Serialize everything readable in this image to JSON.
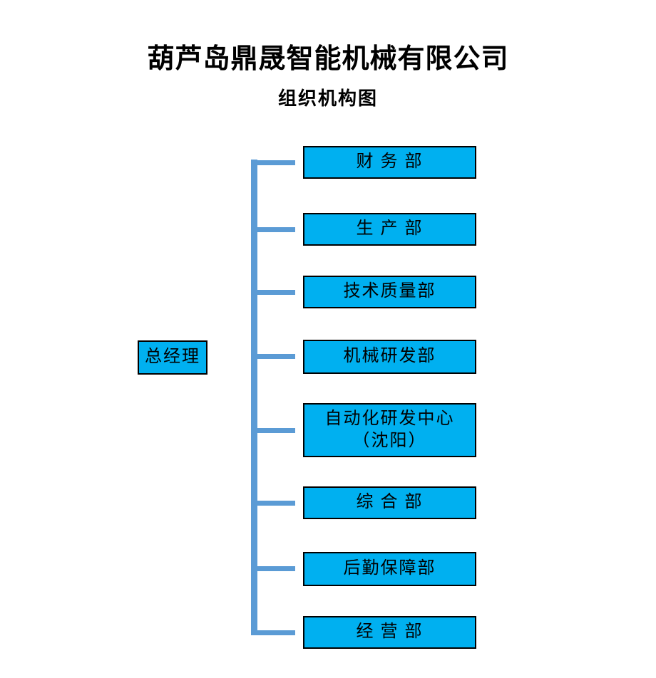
{
  "header": {
    "company": "葫芦岛鼎晟智能机械有限公司",
    "subtitle": "组织机构图"
  },
  "org": {
    "root": {
      "label": "总经理"
    },
    "departments": [
      {
        "label": "财 务 部"
      },
      {
        "label": "生 产 部"
      },
      {
        "label": "技术质量部"
      },
      {
        "label": "机械研发部"
      },
      {
        "label": "自动化研发中心\n（沈阳）"
      },
      {
        "label": "综 合 部"
      },
      {
        "label": "后勤保障部"
      },
      {
        "label": "经 营 部"
      }
    ]
  },
  "colors": {
    "box_fill": "#00B0F0",
    "box_border": "#000000",
    "connector": "#5B9BD5",
    "text": "#000000",
    "background": "#FFFFFF"
  }
}
